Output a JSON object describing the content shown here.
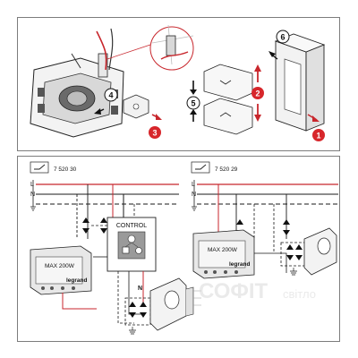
{
  "steps": {
    "s1": "1",
    "s2": "2",
    "s3": "3",
    "s4": "4",
    "s5": "5",
    "s6": "6"
  },
  "diagram_left": {
    "product_code": "7 520 30",
    "line_labels": {
      "l": "L",
      "n": "N"
    },
    "control_label": "CONTROL",
    "lamp_label": "N",
    "device_text": {
      "rating": "MAX 200W",
      "brand": "legrand"
    }
  },
  "diagram_right": {
    "product_code": "7 520 29",
    "line_labels": {
      "l": "L",
      "n": "N"
    },
    "device_text": {
      "rating": "MAX 200W",
      "brand": "legrand"
    }
  },
  "watermark": {
    "text": "СОФІТ",
    "suffix": "світло"
  },
  "colors": {
    "step_red": "#d7262b",
    "wire_red": "#c8262c",
    "line_black": "#1a1a1a",
    "frame_gray": "#7c7c7c"
  }
}
